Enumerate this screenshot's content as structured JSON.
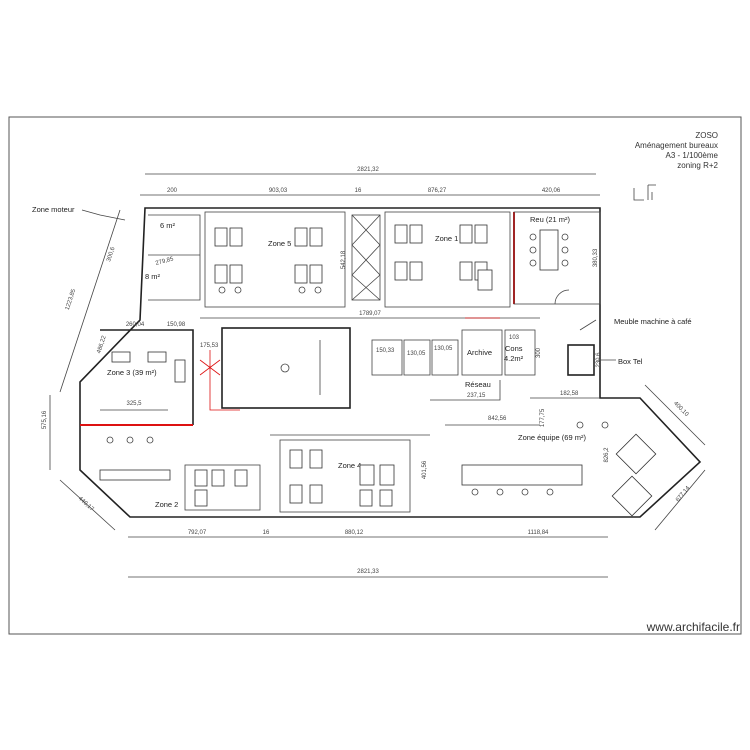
{
  "sheet": {
    "title": "ZOSO",
    "subtitle": "Aménagement bureaux",
    "scale": "A3 - 1/100ème",
    "zoning": "zoning R+2"
  },
  "watermark": "www.archifacile.fr",
  "rooms": {
    "zone5": "Zone 5",
    "zone1": "Zone 1",
    "reu": "Reu (21 m²)",
    "zone3": "Zone 3 (39 m²)",
    "zone2": "Zone 2",
    "zone4": "Zone 4",
    "zone_equipe": "Zone équipe (69 m²)",
    "archive": "Archive",
    "reseau": "Réseau",
    "cons": "Cons",
    "cons_area": "4.2m²",
    "zone_moteur": "Zone moteur",
    "meuble_cafe": "Meuble machine à café",
    "box": "Box Tel",
    "room6": "6 m²",
    "room8": "8 m²"
  },
  "dimensions": {
    "top_total": "2821,32",
    "bottom_total": "2821,33",
    "top_seg1": "200",
    "top_seg2": "903,03",
    "top_seg3": "16",
    "top_seg4": "876,27",
    "top_seg5": "420,06",
    "bottom_seg1": "792,07",
    "bottom_seg2": "16",
    "bottom_seg3": "880,12",
    "bottom_seg4": "1118,84",
    "left_diag1": "1223,85",
    "left_diag2": "486,22",
    "left_low": "575,16",
    "left_bottom": "440,17",
    "corridor": "1789,07",
    "zone3_w": "260,04",
    "zone3_w2": "150,98",
    "zone3_h": "175,53",
    "zone3_bottom": "325,5",
    "zone5_h": "542,18",
    "reu_h": "380,33",
    "wc1": "150,33",
    "wc2": "130,05",
    "wc3": "130,05",
    "d_103": "103",
    "d_300": "300",
    "reseau_w": "237,15",
    "zone4_h": "401,56",
    "eq_w": "842,56",
    "eq_h": "177,75",
    "eq_d1": "182,58",
    "right_top": "400,10",
    "right_low": "677,14",
    "right_mid": "826,2",
    "box_dim": "230,6",
    "bk1": "279,85",
    "bk2": "300,6"
  }
}
